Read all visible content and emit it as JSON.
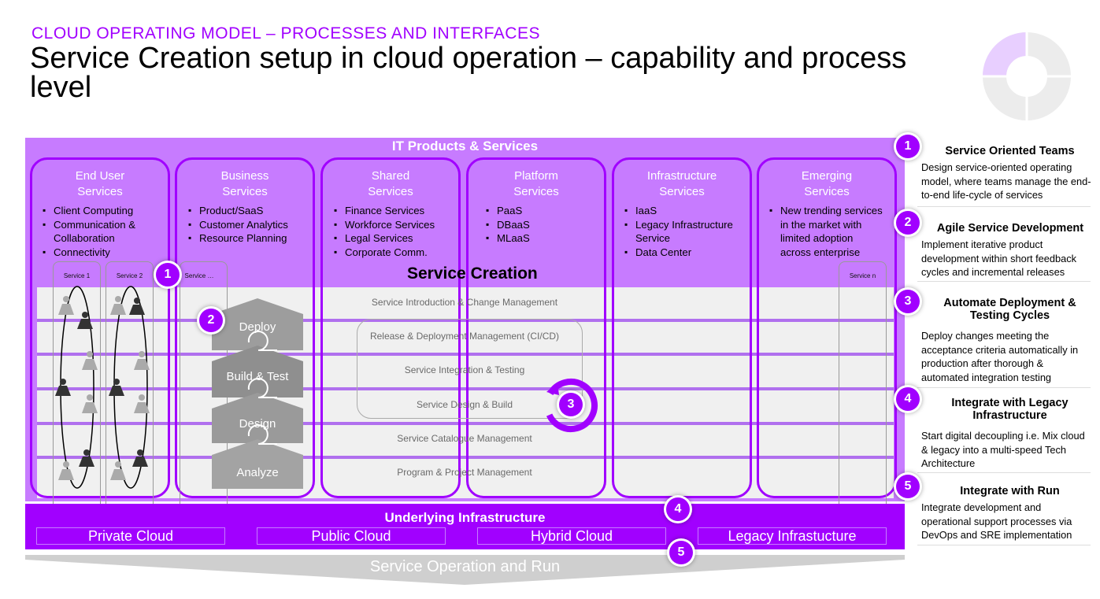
{
  "header": {
    "kicker": "CLOUD OPERATING MODEL – PROCESSES AND INTERFACES",
    "title": "Service Creation setup in cloud operation – capability and process level"
  },
  "colors": {
    "accent": "#a100ff",
    "light_accent": "#c77bff",
    "panel_gray": "#f0f0f0"
  },
  "diagram": {
    "top_label": "IT Products & Services",
    "service_creation_label": "Service Creation",
    "columns": [
      {
        "title": "End User\nServices",
        "items": [
          "Client Computing",
          "Communication & Collaboration",
          "Connectivity"
        ]
      },
      {
        "title": "Business\nServices",
        "items": [
          "Product/SaaS",
          "Customer Analytics",
          "Resource Planning"
        ]
      },
      {
        "title": "Shared\nServices",
        "items": [
          "Finance Services",
          "Workforce Services",
          "Legal Services",
          "Corporate Comm."
        ]
      },
      {
        "title": "Platform\nServices",
        "items": [
          "PaaS",
          "DBaaS",
          "MLaaS"
        ]
      },
      {
        "title": "Infrastructure\nServices",
        "items": [
          "IaaS",
          "Legacy Infrastructure Service",
          "Data Center"
        ]
      },
      {
        "title": "Emerging\nServices",
        "items": [
          "New trending services in the market with limited adoption across enterprise"
        ]
      }
    ],
    "service_boxes": [
      "Service 1",
      "Service 2",
      "Service …",
      "Service n"
    ],
    "processes": [
      "Service Introduction & Change Management",
      "Release & Deployment Management (CI/CD)",
      "Service Integration & Testing",
      "Service Design & Build",
      "Service Catalogue Management",
      "Program & Project Management"
    ],
    "lifecycle": [
      "Deploy",
      "Build & Test",
      "Design",
      "Analyze"
    ],
    "infrastructure": {
      "label": "Underlying Infrastructure",
      "clouds": [
        "Private Cloud",
        "Public Cloud",
        "Hybrid Cloud",
        "Legacy Infrastucture"
      ]
    },
    "run_label": "Service Operation and Run",
    "badges": [
      "1",
      "2",
      "3",
      "4",
      "5"
    ]
  },
  "right_panel": [
    {
      "num": "1",
      "title": "Service Oriented Teams",
      "desc": "Design service-oriented operating model, where teams manage the end-to-end life-cycle of services"
    },
    {
      "num": "2",
      "title": "Agile Service Development",
      "desc": "Implement iterative product development within short feedback cycles and incremental releases"
    },
    {
      "num": "3",
      "title": "Automate Deployment & Testing Cycles",
      "desc": "Deploy changes meeting the acceptance criteria automatically in production after thorough & automated integration testing"
    },
    {
      "num": "4",
      "title": "Integrate with Legacy Infrastructure",
      "desc": "Start digital decoupling i.e. Mix cloud & legacy into a multi-speed Tech Architecture"
    },
    {
      "num": "5",
      "title": "Integrate with Run",
      "desc": "Integrate development and operational support processes via DevOps and SRE implementation"
    }
  ]
}
